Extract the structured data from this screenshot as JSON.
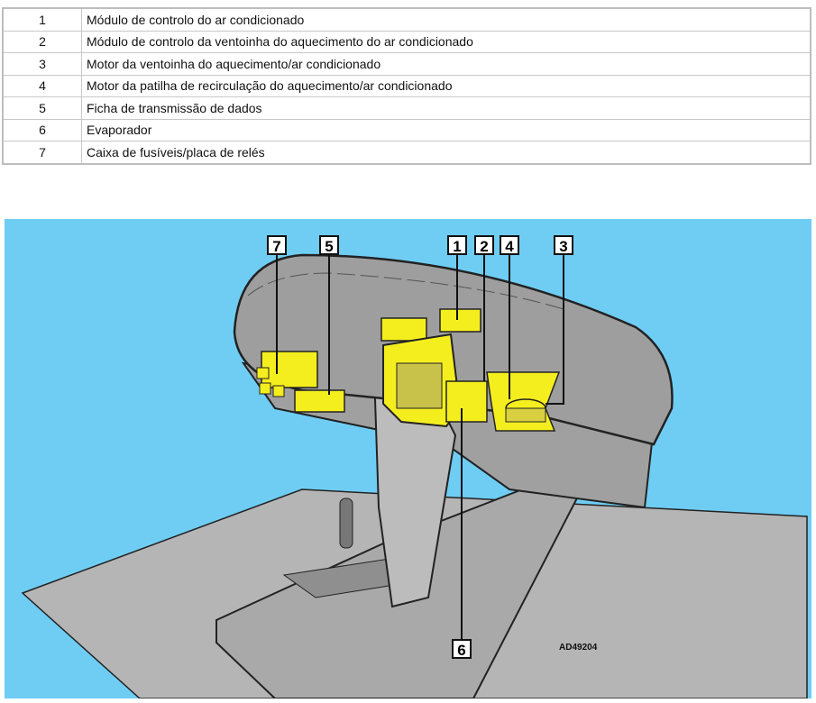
{
  "legend": [
    {
      "num": "1",
      "text": "Módulo de controlo do ar condicionado"
    },
    {
      "num": "2",
      "text": "Módulo de controlo da ventoinha do aquecimento do ar condicionado"
    },
    {
      "num": "3",
      "text": "Motor da ventoinha do aquecimento/ar condicionado"
    },
    {
      "num": "4",
      "text": "Motor da patilha de recirculação do aquecimento/ar condicionado"
    },
    {
      "num": "5",
      "text": "Ficha de transmissão de dados"
    },
    {
      "num": "6",
      "text": "Evaporador"
    },
    {
      "num": "7",
      "text": "Caixa de fusíveis/placa de relés"
    }
  ],
  "figure": {
    "callouts": [
      "7",
      "5",
      "1",
      "2",
      "4",
      "3",
      "6"
    ],
    "reference": "AD49204",
    "colors": {
      "background": "#6fcdf4",
      "dash": "#a8a8a8",
      "component": "#f5ee1e",
      "floor": "#b5b5b5"
    }
  }
}
